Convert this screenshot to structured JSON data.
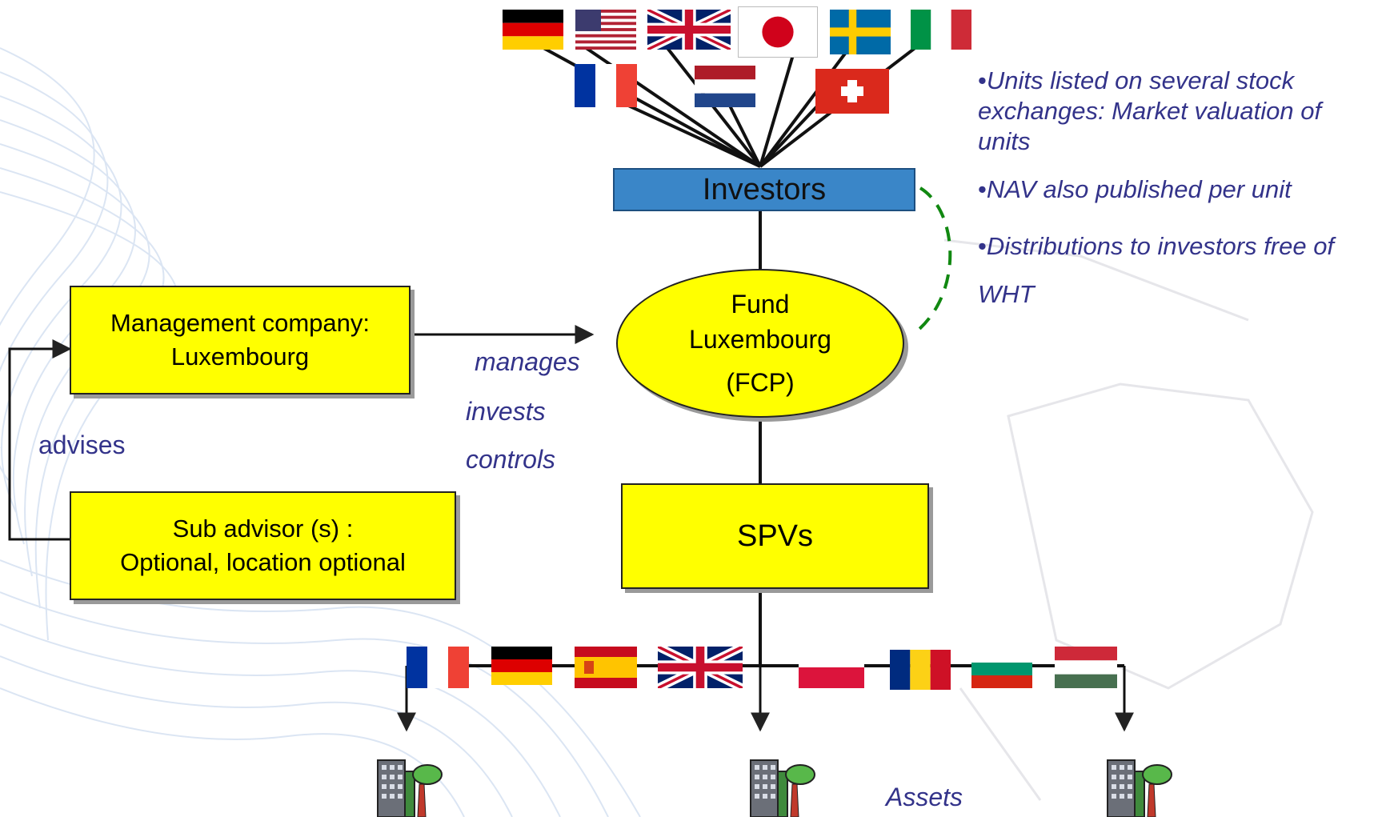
{
  "diagram": {
    "investors": "Investors",
    "fund_line1": "Fund",
    "fund_line2": "Luxembourg",
    "fund_line3": "(FCP)",
    "mgmt_line1": "Management company:",
    "mgmt_line2": "Luxembourg",
    "sub_line1": "Sub advisor (s) :",
    "sub_line2": "Optional, location optional",
    "spvs": "SPVs",
    "advises": "advises",
    "manages": "manages",
    "invests": "invests",
    "controls": "controls",
    "assets": "Assets"
  },
  "notes": [
    "Units listed on several stock exchanges: Market valuation of units",
    "NAV also published per unit",
    "Distributions to investors free of WHT"
  ],
  "bullet": "•",
  "investor_flags": [
    "germany",
    "usa",
    "united-kingdom",
    "japan",
    "sweden",
    "italy",
    "france",
    "netherlands",
    "switzerland"
  ],
  "asset_flags": [
    "france",
    "germany",
    "spain",
    "united-kingdom",
    "poland",
    "romania",
    "bulgaria",
    "hungary"
  ],
  "colors": {
    "box": "#ffff00",
    "investors": "#3a86c8",
    "label": "#33338a",
    "fund_return_arrow": "#118811"
  }
}
